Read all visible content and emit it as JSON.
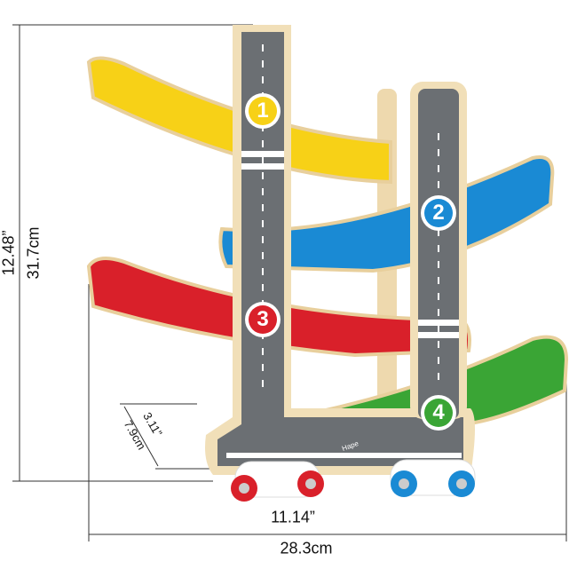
{
  "product": {
    "brand": "Hape",
    "track_numbers": [
      "1",
      "2",
      "3",
      "4"
    ],
    "colors": {
      "yellow": "#f7d117",
      "blue": "#1a8ad4",
      "red": "#d9202a",
      "green": "#3aa535",
      "track": "#6b6f73",
      "wood": "#f1dfb8"
    }
  },
  "dimensions": {
    "height_in": "12.48”",
    "height_cm": "31.7cm",
    "base_in": "3.11”",
    "base_cm": "7.9cm",
    "width_in": "11.14”",
    "width_cm": "28.3cm"
  }
}
